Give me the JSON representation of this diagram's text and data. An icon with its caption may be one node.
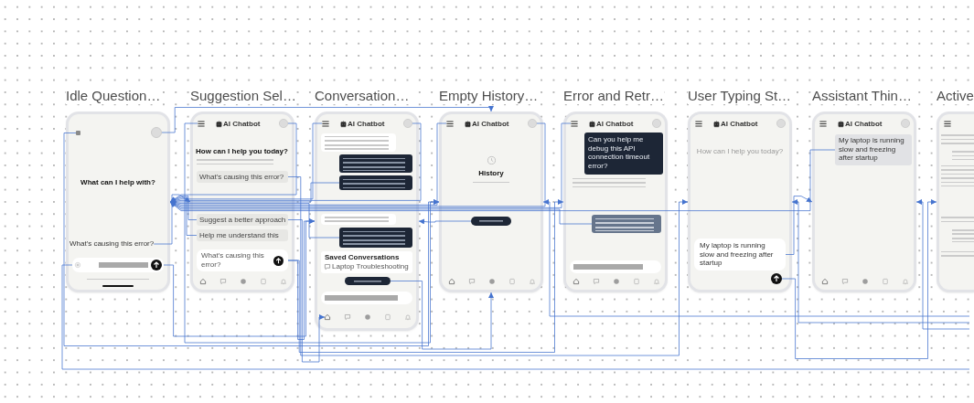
{
  "diagram": {
    "nodes": [
      {
        "text": [
          "Idle Question…",
          "What can I help with?"
        ]
      },
      {
        "text": [],
        "shape": "box",
        "in": 0
      },
      {
        "text": [],
        "shape": "circle",
        "in": 0
      },
      {
        "text": [
          "What's causing this error?"
        ],
        "in": 0
      },
      {
        "text": [],
        "shape": "box",
        "in": 0
      },
      {
        "text": [],
        "shape": "circle",
        "in": 4
      },
      {
        "text": [],
        "shape": "circle",
        "in": 4
      },
      {
        "text": [
          "Suggestion Sel…",
          "AI Chatbot",
          "How can I help you today?"
        ]
      },
      {
        "text": [],
        "shape": "picture",
        "in": 7
      },
      {
        "text": [],
        "shape": "circle",
        "in": 7
      },
      {
        "text": [
          "What's causing this error?"
        ],
        "in": 7
      },
      {
        "text": [
          "Suggest a better approach"
        ],
        "in": 7
      },
      {
        "text": [
          "Help me understand this"
        ],
        "in": 7
      },
      {
        "text": [
          "What's causing this error?"
        ],
        "in": 7
      },
      {
        "text": [],
        "shape": "circle",
        "in": 13
      },
      {
        "text": [
          "Conversation…",
          "AI Chatbot"
        ]
      },
      {
        "text": [],
        "shape": "picture",
        "in": 15
      },
      {
        "text": [],
        "shape": "circle",
        "in": 15
      },
      {
        "text": [],
        "shape": "box",
        "in": 15
      },
      {
        "text": [],
        "shape": "box",
        "in": 15
      },
      {
        "text": [],
        "shape": "box",
        "in": 15
      },
      {
        "text": [],
        "shape": "box",
        "in": 15
      },
      {
        "text": [],
        "shape": "box",
        "in": 15
      },
      {
        "text": [
          "Saved Conversations",
          "Laptop Troubleshooting"
        ],
        "in": 15
      },
      {
        "text": [],
        "shape": "box",
        "in": 15
      },
      {
        "text": [],
        "shape": "box",
        "in": 15
      },
      {
        "text": [],
        "shape": "picture",
        "in": 15
      },
      {
        "text": [
          "Empty History…",
          "AI Chatbot",
          "History"
        ]
      },
      {
        "text": [],
        "shape": "picture",
        "in": 27
      },
      {
        "text": [],
        "shape": "circle",
        "in": 27
      },
      {
        "text": [],
        "shape": "box",
        "in": 27
      },
      {
        "text": [
          "Error and Retr…",
          "AI Chatbot"
        ]
      },
      {
        "text": [],
        "shape": "picture",
        "in": 31
      },
      {
        "text": [
          "Can you help me debug this API connection timeout error?"
        ],
        "in": 31
      },
      {
        "text": [],
        "shape": "box",
        "in": 31
      },
      {
        "text": [],
        "shape": "box",
        "in": 31
      },
      {
        "text": [
          "User Typing St…",
          "AI Chatbot",
          "How can I help you today?"
        ]
      },
      {
        "text": [
          "My laptop is running slow and freezing after startup"
        ],
        "in": 36
      },
      {
        "text": [],
        "shape": "circle",
        "in": 36
      },
      {
        "text": [
          "Assistant Thin…",
          "AI Chatbot"
        ]
      },
      {
        "text": [
          "My laptop is running slow and freezing after startup"
        ],
        "in": 39
      },
      {
        "text": [
          "Active"
        ]
      }
    ],
    "edges": [
      {
        "from": 9,
        "to": 0,
        "arrow": "to"
      },
      {
        "from": 11,
        "to": 0,
        "arrow": "to"
      },
      {
        "from": 12,
        "to": 0,
        "arrow": "to"
      },
      {
        "from": 16,
        "to": 0,
        "arrow": "to"
      },
      {
        "from": 17,
        "to": 0,
        "arrow": "to"
      },
      {
        "from": 20,
        "to": 0,
        "arrow": "to"
      },
      {
        "from": 22,
        "to": 0,
        "arrow": "to"
      },
      {
        "from": 28,
        "to": 0,
        "arrow": "to"
      },
      {
        "from": 29,
        "to": 0,
        "arrow": "to"
      },
      {
        "from": 32,
        "to": 0,
        "arrow": "to"
      },
      {
        "from": 34,
        "to": 0,
        "arrow": "to"
      },
      {
        "from": 40,
        "to": 0,
        "arrow": "to"
      },
      {
        "from": 3,
        "to": 7,
        "arrow": "to"
      },
      {
        "from": 6,
        "to": 15,
        "arrow": "to"
      },
      {
        "from": 14,
        "to": 15,
        "arrow": "to"
      },
      {
        "from": 30,
        "to": 15,
        "arrow": "to"
      },
      {
        "from": 8,
        "to": 27,
        "arrow": "to"
      },
      {
        "from": 1,
        "to": 27,
        "arrow": "to"
      },
      {
        "from": null,
        "to": 27,
        "arrow": "to"
      },
      {
        "from": 2,
        "to": 27,
        "arrow": "to"
      },
      {
        "from": 24,
        "to": 27,
        "arrow": "to"
      },
      {
        "from": 13,
        "to": 31,
        "arrow": "to"
      },
      {
        "from": 10,
        "to": 36,
        "arrow": "to"
      },
      {
        "from": null,
        "to": 36,
        "arrow": "to"
      },
      {
        "from": 37,
        "to": 39,
        "arrow": "to"
      },
      {
        "from": null,
        "to": 39,
        "arrow": "to"
      },
      {
        "from": 38,
        "to": 41,
        "arrow": "to"
      },
      {
        "from": 11,
        "to": 26,
        "arrow": "to"
      },
      {
        "from": 5,
        "to": null,
        "arrow": "none"
      }
    ]
  }
}
